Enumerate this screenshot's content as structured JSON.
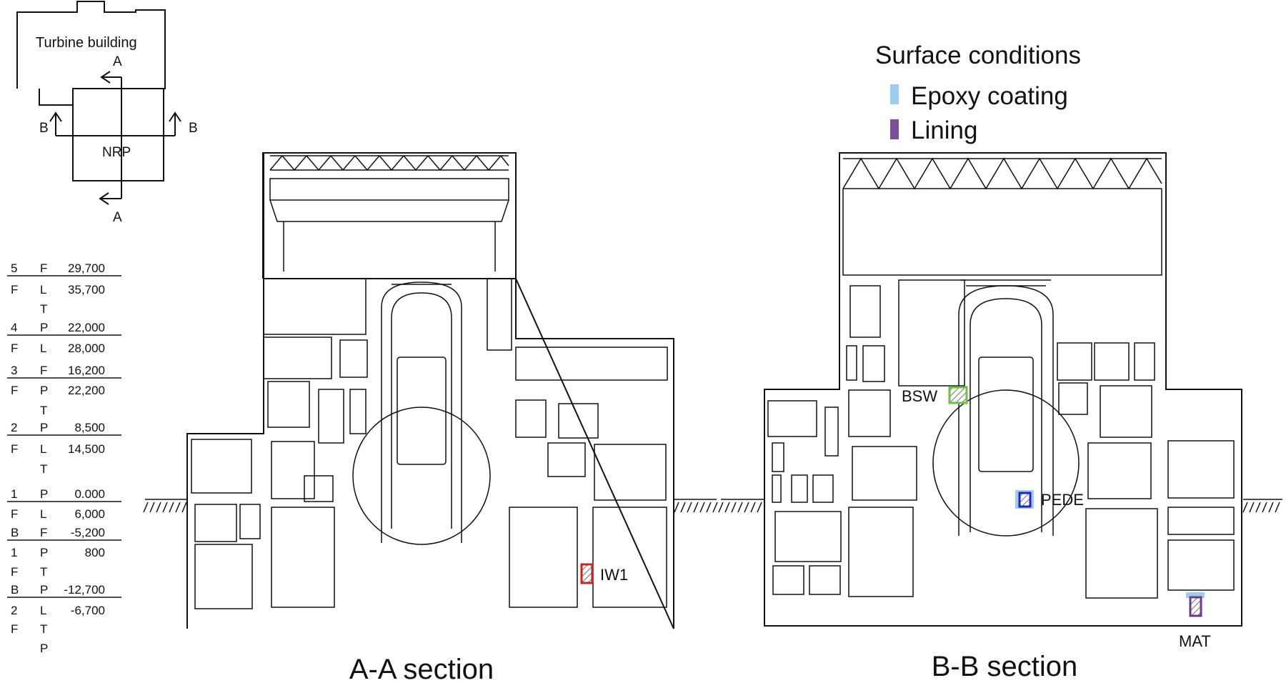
{
  "key_plan": {
    "turbine_label": "Turbine building",
    "nrp_label": "NRP",
    "section_a_top": "A",
    "section_a_bottom": "A",
    "section_b_left": "B",
    "section_b_right": "B"
  },
  "floor_table": [
    {
      "level": "5",
      "lv2": "F",
      "el1": "29,700",
      "sub": [
        "F",
        "L",
        "T"
      ],
      "el2": "35,700",
      "sub2": [
        "T"
      ]
    },
    {
      "level": "4",
      "lv2": "P",
      "el1": "22,000",
      "sub": [
        "F",
        "L"
      ],
      "el2": "28,000"
    },
    {
      "level": "3",
      "lv2": "F",
      "el1": "16,200",
      "sub": [
        "F",
        "P",
        "T"
      ],
      "el2": "22,200"
    },
    {
      "level": "2",
      "lv2": "P",
      "el1": "8,500",
      "sub": [
        "F",
        "L",
        "T"
      ],
      "el2": "14,500"
    },
    {
      "level": "1",
      "lv2": "P",
      "el1": "0.000",
      "sub": [
        "F",
        "L"
      ],
      "el2": "6,000"
    },
    {
      "level": "B",
      "lv2": "F",
      "el1": "-5,200",
      "sub": [
        "1",
        "F",
        "P",
        "T"
      ],
      "el2": "800"
    },
    {
      "level": "B",
      "lv2": "P",
      "el1": "-12,700",
      "sub": [
        "2",
        "F",
        "L",
        "T",
        "P"
      ],
      "el2": "-6,700"
    }
  ],
  "legend": {
    "title": "Surface conditions",
    "items": [
      {
        "label": "Epoxy coating",
        "color": "#9ecbf0"
      },
      {
        "label": "Lining",
        "color": "#7a4e9a"
      }
    ]
  },
  "sections": {
    "aa_title": "A-A section",
    "bb_title": "B-B section"
  },
  "markers": [
    {
      "label": "IW1",
      "color": "#d11f1f"
    },
    {
      "label": "BSW",
      "color": "#6cc043"
    },
    {
      "label": "PEDE",
      "color": "#2323c8"
    },
    {
      "label": "MAT",
      "color": "#6d3b8c"
    }
  ]
}
